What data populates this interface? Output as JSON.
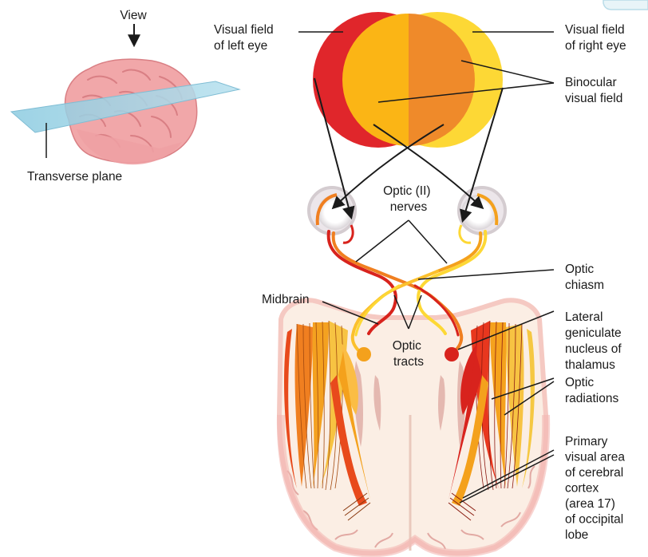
{
  "labels": {
    "view": "View",
    "transverse_plane": "Transverse plane",
    "visual_field_left": [
      "Visual field",
      "of left eye"
    ],
    "visual_field_right": [
      "Visual field",
      "of right eye"
    ],
    "binocular_visual_field": [
      "Binocular",
      "visual field"
    ],
    "optic_nerves": [
      "Optic (II)",
      "nerves"
    ],
    "optic_chiasm": [
      "Optic",
      "chiasm"
    ],
    "midbrain": "Midbrain",
    "optic_tracts": [
      "Optic",
      "tracts"
    ],
    "lateral_geniculate": [
      "Lateral",
      "geniculate",
      "nucleus of",
      "thalamus"
    ],
    "optic_radiations": [
      "Optic",
      "radiations"
    ],
    "primary_visual_area": [
      "Primary",
      "visual area",
      "of cerebral",
      "cortex",
      "(area 17)",
      "of occipital",
      "lobe"
    ]
  },
  "colors": {
    "left_field": "#e0262b",
    "right_field": "#fdd835",
    "binocular_left": "#fbb515",
    "binocular_right": "#ef8a2a",
    "brain_pink": "#f1a7a9",
    "plane_blue": "#9fd3e6",
    "brain_tissue": "#fbeee4"
  }
}
